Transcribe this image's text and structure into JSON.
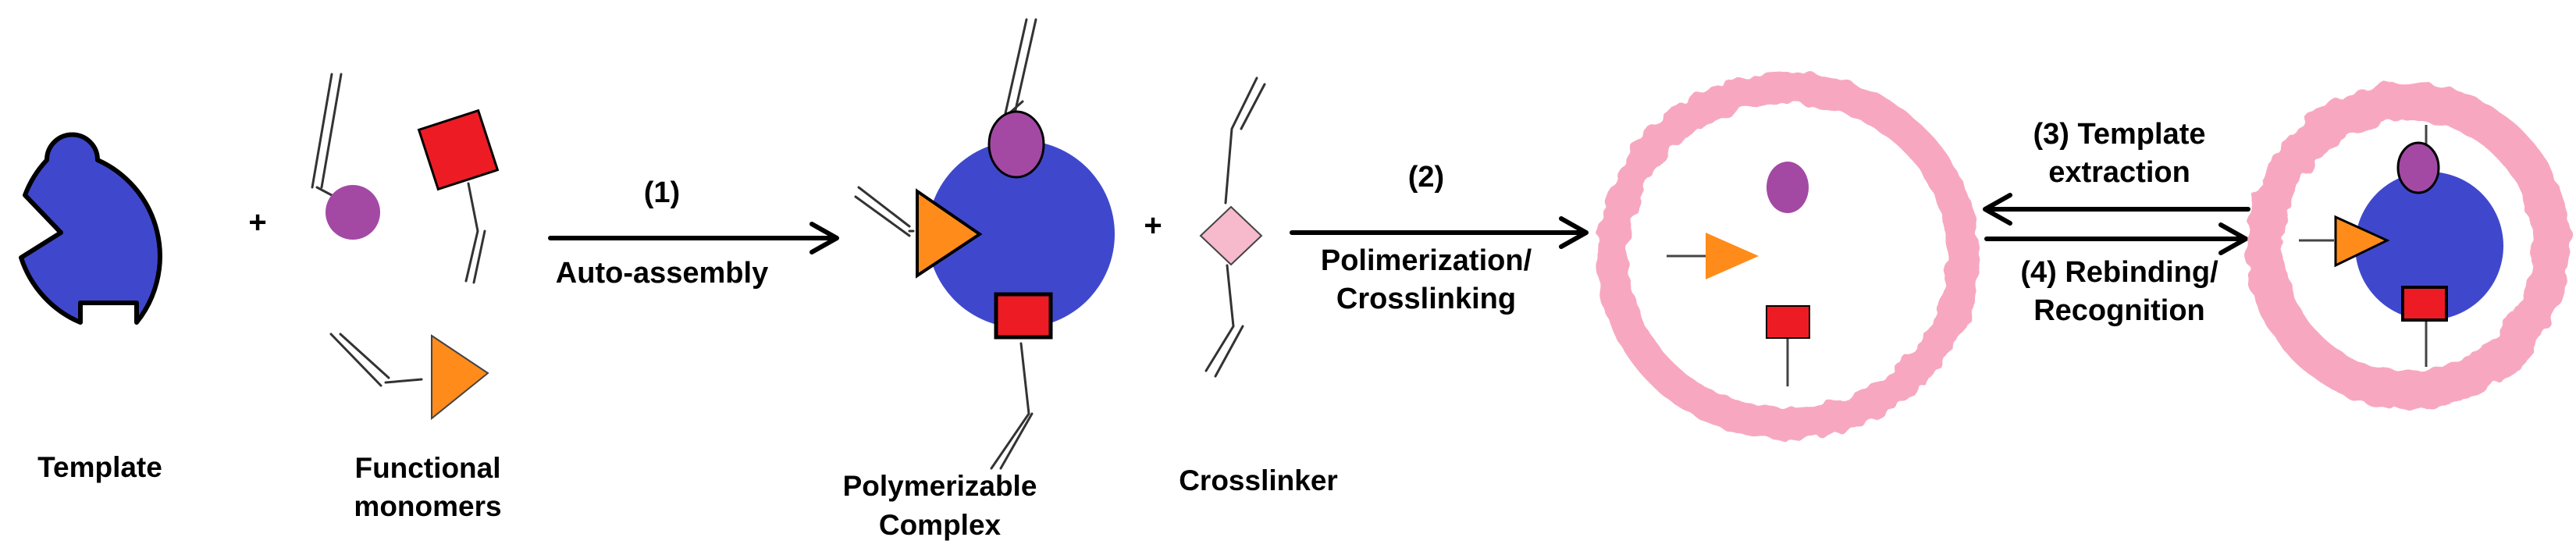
{
  "labels": {
    "template": "Template",
    "functional_monomers_line1": "Functional",
    "functional_monomers_line2": "monomers",
    "polymerizable_line1": "Polymerizable",
    "polymerizable_line2": "Complex",
    "crosslinker": "Crosslinker",
    "plus": "+"
  },
  "steps": {
    "step1_number": "(1)",
    "step1_text": "Auto-assembly",
    "step2_number": "(2)",
    "step2_line1": "Polimerization/",
    "step2_line2": "Crosslinking",
    "step3_line1": "(3) Template",
    "step3_line2": "extraction",
    "step4_line1": "(4) Rebinding/",
    "step4_line2": "Recognition"
  },
  "colors": {
    "template_blue": "#3F48CC",
    "monomer_purple": "#A349A4",
    "monomer_red": "#ED1C24",
    "monomer_orange": "#FF8C1A",
    "crosslinker_pink": "#F7B9CC",
    "polymer_pink": "#F7A8C0"
  }
}
